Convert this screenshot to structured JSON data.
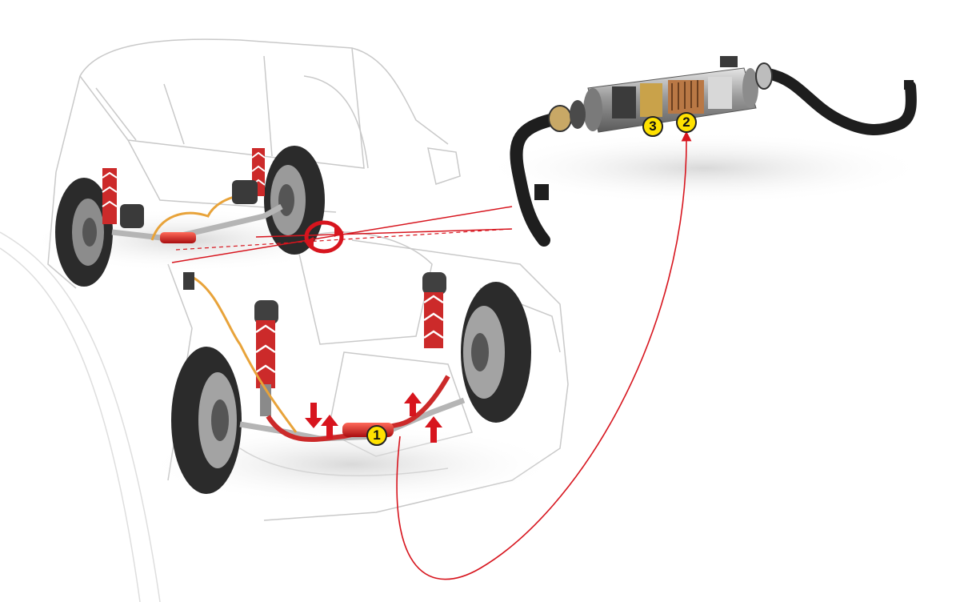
{
  "callouts": [
    {
      "id": "1",
      "label": "1"
    },
    {
      "id": "2",
      "label": "2"
    },
    {
      "id": "3",
      "label": "3"
    }
  ],
  "colors": {
    "accent": "#d7151e",
    "callout": "#ffe100",
    "outline": "#c9c9c9",
    "tyre": "#2b2b2b",
    "bar": "#1e1e1e",
    "harness": "#e8a33a"
  }
}
